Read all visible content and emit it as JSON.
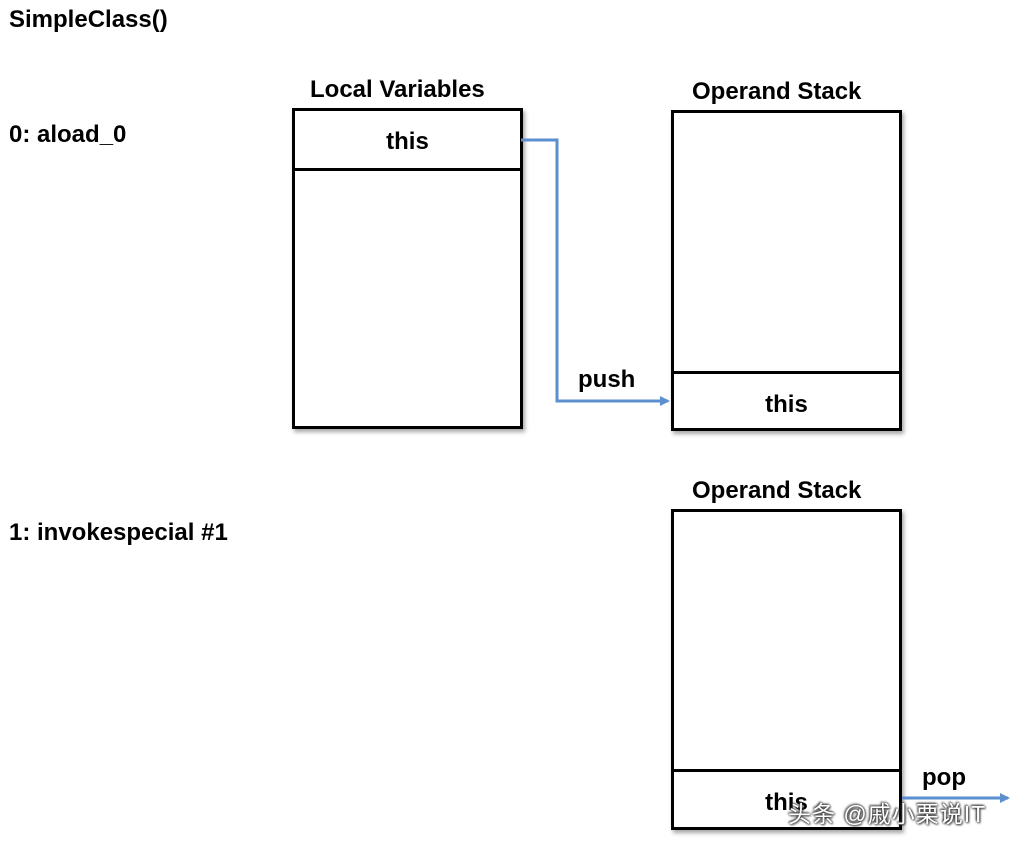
{
  "header": {
    "method_signature": "SimpleClass()"
  },
  "instructions": [
    {
      "label": "0: aload_0"
    },
    {
      "label": "1: invokespecial #1"
    }
  ],
  "step1": {
    "local_variables": {
      "title": "Local Variables",
      "slot0": "this"
    },
    "operand_stack": {
      "title": "Operand Stack",
      "top": "this"
    },
    "arrow_label": "push"
  },
  "step2": {
    "operand_stack": {
      "title": "Operand Stack",
      "top": "this"
    },
    "arrow_label": "pop"
  },
  "watermark": "头条 @戚小栗说IT",
  "colors": {
    "arrow": "#5b8fcf",
    "border": "#000000"
  }
}
